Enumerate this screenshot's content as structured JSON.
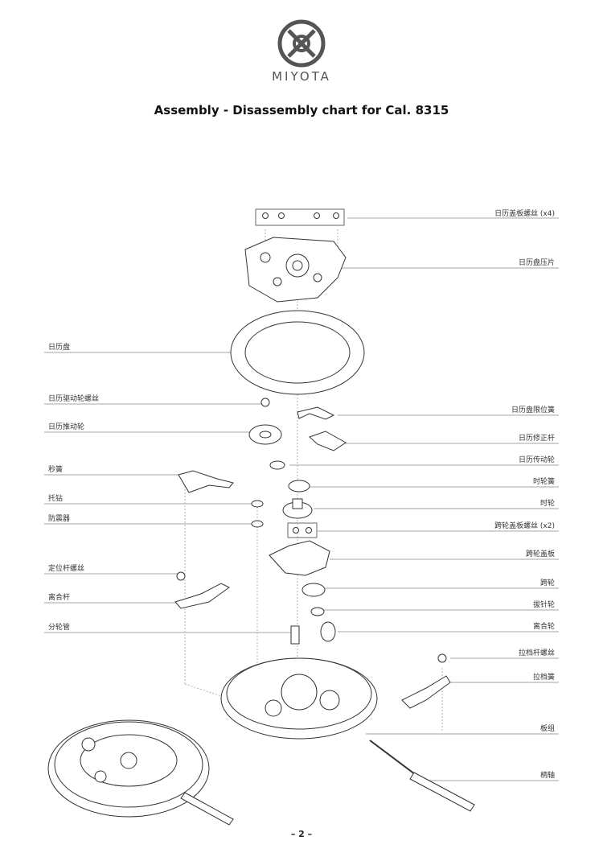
{
  "brand": "MIYOTA",
  "title": "Assembly - Disassembly chart for Cal. 8315",
  "labels_right": [
    "日历盖板螺丝 (x4)",
    "日历盘压片",
    "日历盘限位簧",
    "日历修正杆",
    "日历传动轮",
    "时轮簧",
    "时轮",
    "跨轮盖板螺丝 (x2)",
    "跨轮盖板",
    "跨轮",
    "拔针轮",
    "离合轮",
    "拉档杆螺丝",
    "拉档簧",
    "板组",
    "柄轴"
  ],
  "labels_left": [
    "日历盘",
    "日历驱动轮螺丝",
    "日历推动轮",
    "秒簧",
    "托钻",
    "防震器",
    "定位杆螺丝",
    "离合杆",
    "分轮管"
  ],
  "page_number": "– 2 –"
}
